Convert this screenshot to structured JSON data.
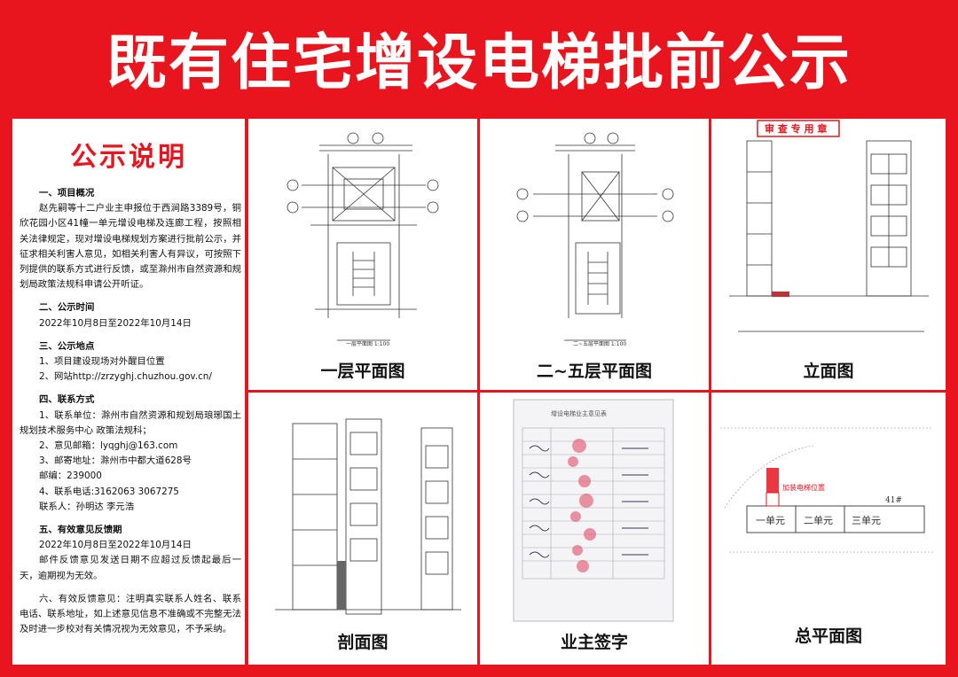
{
  "header": {
    "title": "既有住宅增设电梯批前公示"
  },
  "notice": {
    "title": "公示说明",
    "lines": [
      {
        "type": "h",
        "text": "一、项目概况"
      },
      {
        "type": "p",
        "text": "赵先嗣等十二户业主申报位于西涧路3389号，铜欣花园小区41幢一单元增设电梯及连廊工程，按照相关法律规定，现对增设电梯规划方案进行批前公示，并征求相关利害人意见，如相关利害人有异议，可按照下列提供的联系方式进行反馈，或至滁州市自然资源和规划局政策法规科申请公开听证。"
      },
      {
        "type": "gap"
      },
      {
        "type": "h",
        "text": "二、公示时间"
      },
      {
        "type": "i",
        "text": "2022年10月8日至2022年10月14日"
      },
      {
        "type": "gap"
      },
      {
        "type": "h",
        "text": "三、公示地点"
      },
      {
        "type": "i",
        "text": "1、项目建设现场对外醒目位置"
      },
      {
        "type": "i",
        "text": "2、网站http://zrzyghj.chuzhou.gov.cn/"
      },
      {
        "type": "gap"
      },
      {
        "type": "h",
        "text": "四、联系方式"
      },
      {
        "type": "p",
        "text": "1、联系单位：滁州市自然资源和规划局琅琊国土规划技术服务中心  政策法规科；"
      },
      {
        "type": "i",
        "text": "2、意见邮箱：lyqghj@163.com"
      },
      {
        "type": "i",
        "text": "3、邮寄地址：滁州市中都大道628号"
      },
      {
        "type": "i",
        "text": "       邮编：239000"
      },
      {
        "type": "i",
        "text": "4、联系电话:3162063   3067275"
      },
      {
        "type": "i",
        "text": "       联系人：孙明达 李元浩"
      },
      {
        "type": "gap"
      },
      {
        "type": "h",
        "text": "五、有效意见反馈期"
      },
      {
        "type": "i",
        "text": "2022年10月8日至2022年10月14日"
      },
      {
        "type": "p",
        "text": "邮件反馈意见发送日期不应超过反馈起最后一天，逾期视为无效。"
      },
      {
        "type": "gap"
      },
      {
        "type": "p",
        "text": "六、有效反馈意见：注明真实联系人姓名、联系电话、联系地址，如上述意见信息不准确或不完整无法及时进一步校对有关情况视为无效意见，不予采纳。"
      }
    ]
  },
  "drawings": [
    {
      "caption": "一层平面图",
      "sub": "一层平面图 1:100"
    },
    {
      "caption": "二~五层平面图",
      "sub": "二~五层平面图 1:100"
    },
    {
      "caption": "立面图",
      "stamp": "审 查 专 用 章"
    },
    {
      "caption": "剖面图"
    },
    {
      "caption": "业主签字",
      "sheet_title": "增设电梯业主意见表"
    },
    {
      "caption": "总平面图",
      "units": [
        "一单元",
        "二单元",
        "三单元"
      ],
      "building": "41#",
      "marker": "加装电梯位置"
    }
  ]
}
